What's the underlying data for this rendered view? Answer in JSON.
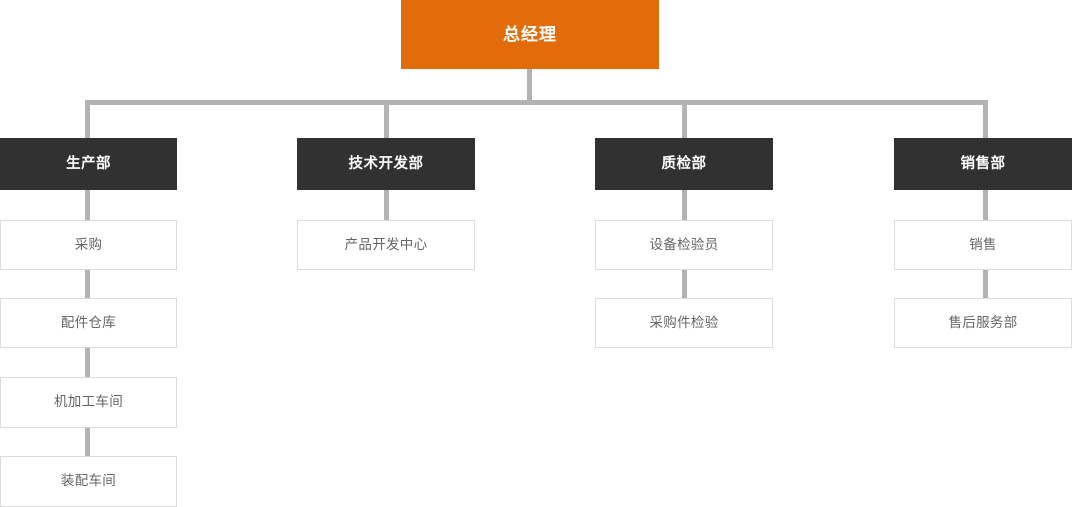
{
  "chart": {
    "type": "org-chart",
    "title": "",
    "colors": {
      "root_background": "#e16c09",
      "root_text": "#ffffff",
      "department_background": "#313131",
      "department_text": "#ffffff",
      "leaf_background": "#ffffff",
      "leaf_border": "#dcdcdc",
      "leaf_text": "#666666",
      "connector": "#b3b3b3",
      "page_background": "#ffffff"
    },
    "root": {
      "label": "总经理"
    },
    "branches": [
      {
        "department": "生产部",
        "children": [
          {
            "label": "采购"
          },
          {
            "label": "配件仓库"
          },
          {
            "label": "机加工车间"
          },
          {
            "label": "装配车间"
          }
        ]
      },
      {
        "department": "技术开发部",
        "children": [
          {
            "label": "产品开发中心"
          }
        ]
      },
      {
        "department": "质检部",
        "children": [
          {
            "label": "设备检验员"
          },
          {
            "label": "采购件检验"
          }
        ]
      },
      {
        "department": "销售部",
        "children": [
          {
            "label": "销售"
          },
          {
            "label": "售后服务部"
          }
        ]
      }
    ]
  }
}
